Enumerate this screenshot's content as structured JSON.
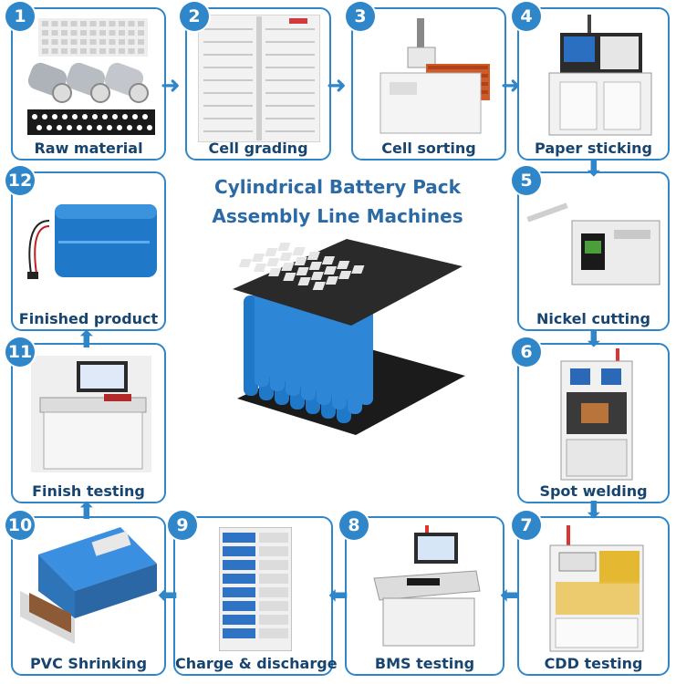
{
  "title": {
    "line1": "Cylindrical Battery Pack",
    "line2": "Assembly Line Machines"
  },
  "steps": [
    {
      "number": "1",
      "label": "Raw material"
    },
    {
      "number": "2",
      "label": "Cell grading"
    },
    {
      "number": "3",
      "label": "Cell sorting"
    },
    {
      "number": "4",
      "label": "Paper sticking"
    },
    {
      "number": "5",
      "label": "Nickel cutting"
    },
    {
      "number": "6",
      "label": "Spot welding"
    },
    {
      "number": "7",
      "label": "CDD testing"
    },
    {
      "number": "8",
      "label": "BMS testing"
    },
    {
      "number": "9",
      "label": "Charge & discharge"
    },
    {
      "number": "10",
      "label": "PVC Shrinking"
    },
    {
      "number": "11",
      "label": "Finish testing"
    },
    {
      "number": "12",
      "label": "Finished product"
    }
  ],
  "colors": {
    "accent": "#2f86c8",
    "label_text": "#17456f",
    "title_text": "#2c6aa5",
    "battery_blue": "#1f78c8"
  }
}
